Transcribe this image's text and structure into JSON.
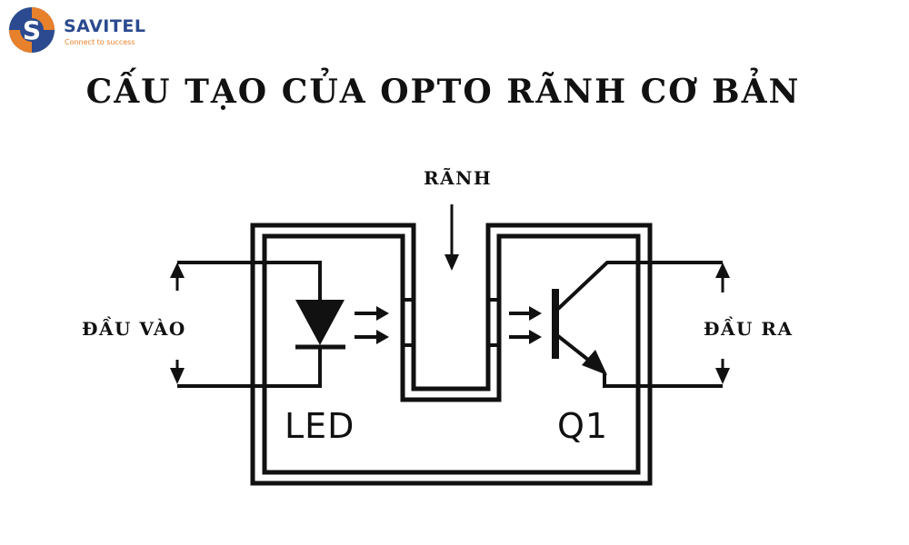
{
  "brand": {
    "name": "SAVITEL",
    "tagline": "Connect to success",
    "colors": {
      "blue": "#2b4a8f",
      "orange": "#e8812b"
    }
  },
  "title": "CẤU TẠO CỦA OPTO RÃNH CƠ BẢN",
  "labels": {
    "slot": "RÃNH",
    "input": "ĐẦU VÀO",
    "output": "ĐẦU RA",
    "led": "LED",
    "transistor": "Q1"
  }
}
